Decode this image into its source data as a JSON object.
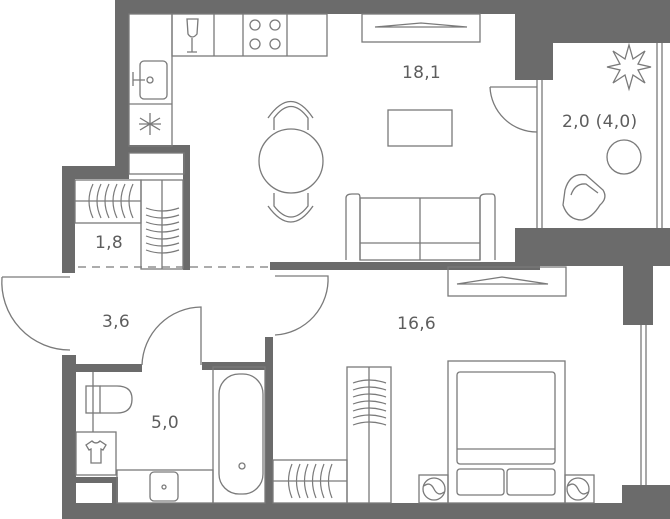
{
  "plan": {
    "type": "apartment-floor-plan",
    "wall_color": "#6b6b6b",
    "line_color": "#7a7a7a",
    "label_color": "#5d5d5d",
    "background": "#ffffff"
  },
  "rooms": [
    {
      "id": "kitchen-living",
      "area": "18,1"
    },
    {
      "id": "balcony",
      "area": "2,0 (4,0)"
    },
    {
      "id": "storage",
      "area": "1,8"
    },
    {
      "id": "hallway",
      "area": "3,6"
    },
    {
      "id": "bathroom",
      "area": "5,0"
    },
    {
      "id": "bedroom",
      "area": "16,6"
    }
  ],
  "icons": {
    "wine-glass": "wine-glass-icon",
    "cooktop": "cooktop-icon",
    "sink": "sink-icon",
    "fridge": "snowflake-icon",
    "plant": "plant-icon",
    "washer": "tshirt-icon",
    "nightstand-lamp": "lamp-icon"
  }
}
